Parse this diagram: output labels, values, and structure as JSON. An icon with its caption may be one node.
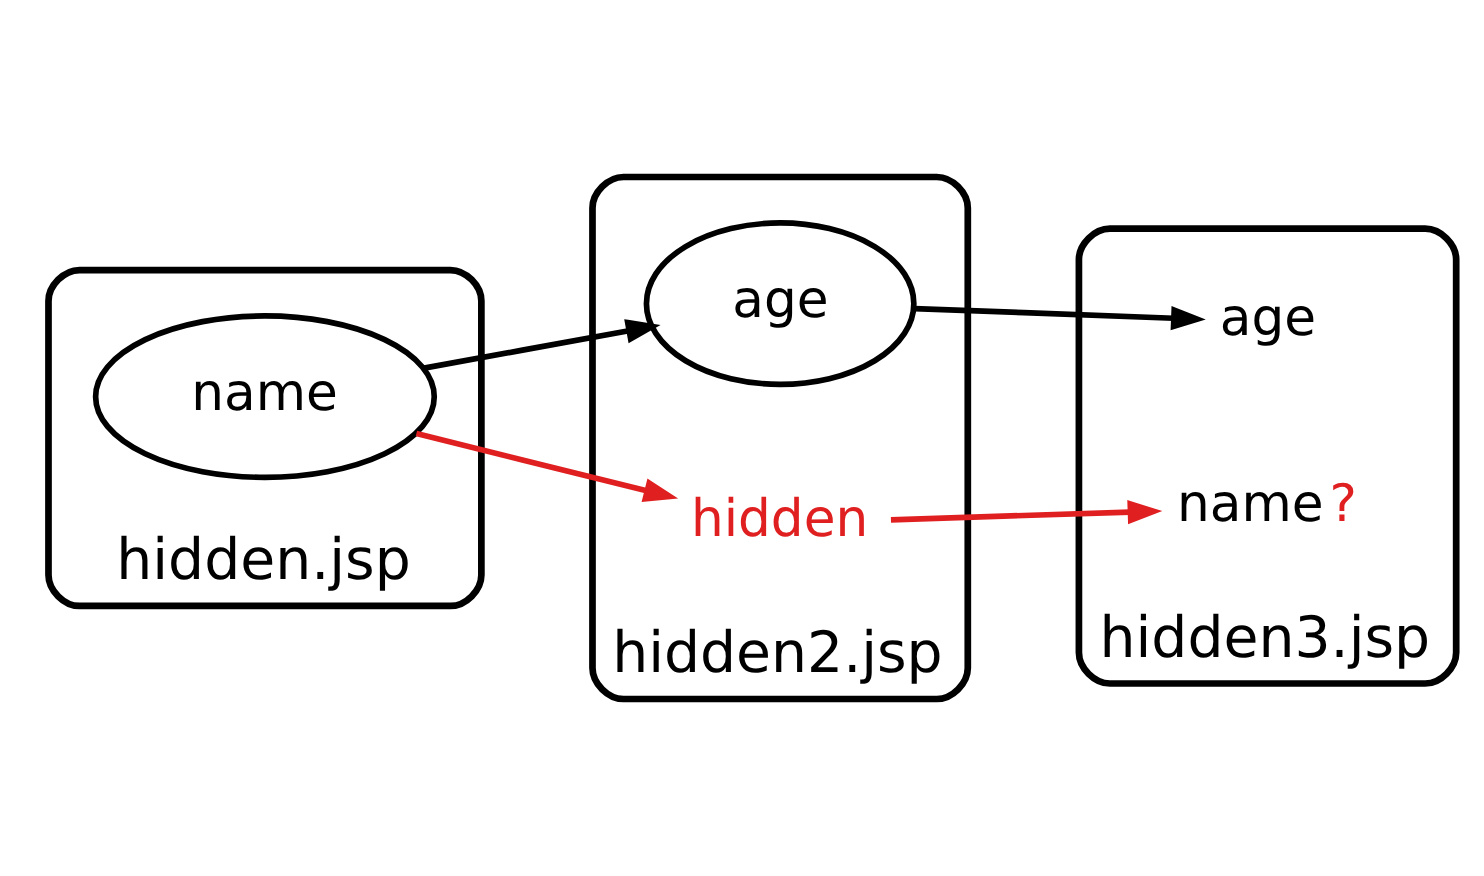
{
  "diagram": {
    "nodes": [
      {
        "text": [
          "hidden.jsp"
        ]
      },
      {
        "text": [
          "name"
        ],
        "in": 0
      },
      {
        "text": [
          "hidden2.jsp"
        ]
      },
      {
        "text": [
          "age"
        ],
        "in": 2
      },
      {
        "text": [
          "hidden"
        ],
        "in": 2
      },
      {
        "text": [
          "hidden3.jsp"
        ]
      },
      {
        "text": [
          "age"
        ],
        "in": 5
      },
      {
        "text": [
          "name"
        ],
        "in": 5,
        "beside": [
          "?"
        ]
      }
    ],
    "edges": [
      {
        "from": 1,
        "to": 3,
        "arrow": "to"
      },
      {
        "from": 3,
        "to": 6,
        "arrow": "to"
      },
      {
        "from": 1,
        "to": 4,
        "arrow": "to",
        "color": "#e02020"
      },
      {
        "from": 4,
        "to": 7,
        "arrow": "to",
        "color": "#e02020"
      }
    ]
  }
}
